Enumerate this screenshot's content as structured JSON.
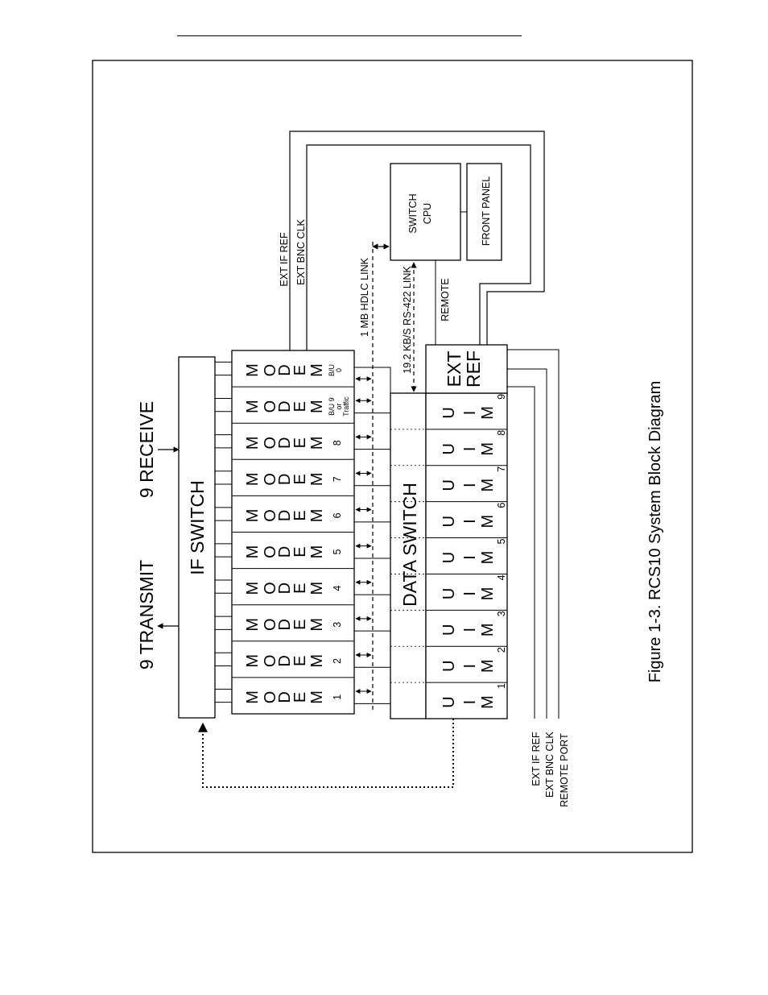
{
  "figure": {
    "caption": "Figure 1-3.  RCS10 System Block Diagram"
  },
  "blocks": {
    "if_switch": "IF SWITCH",
    "data_switch": "DATA SWITCH",
    "switch_cpu_line1": "SWITCH",
    "switch_cpu_line2": "CPU",
    "front_panel": "FRONT PANEL",
    "ext_ref_line1": "EXT",
    "ext_ref_line2": "REF"
  },
  "labels": {
    "transmit": "9 TRANSMIT",
    "receive": "9 RECEIVE",
    "hdlc_link": "1 MB HDLC LINK",
    "rs422_link": "19.2 KB/S RS-422 LINK",
    "remote": "REMOTE",
    "top_ext_if_ref": "EXT IF REF",
    "top_ext_bnc_clk": "EXT BNC CLK",
    "bottom_ext_if_ref": "EXT IF REF",
    "bottom_ext_bnc_clk": "EXT BNC CLK",
    "bottom_remote_port": "REMOTE PORT"
  },
  "modems": [
    {
      "letters": [
        "M",
        "O",
        "D",
        "E",
        "M"
      ],
      "number": "1"
    },
    {
      "letters": [
        "M",
        "O",
        "D",
        "E",
        "M"
      ],
      "number": "2"
    },
    {
      "letters": [
        "M",
        "O",
        "D",
        "E",
        "M"
      ],
      "number": "3"
    },
    {
      "letters": [
        "M",
        "O",
        "D",
        "E",
        "M"
      ],
      "number": "4"
    },
    {
      "letters": [
        "M",
        "O",
        "D",
        "E",
        "M"
      ],
      "number": "5"
    },
    {
      "letters": [
        "M",
        "O",
        "D",
        "E",
        "M"
      ],
      "number": "6"
    },
    {
      "letters": [
        "M",
        "O",
        "D",
        "E",
        "M"
      ],
      "number": "7"
    },
    {
      "letters": [
        "M",
        "O",
        "D",
        "E",
        "M"
      ],
      "number": "8"
    },
    {
      "letters": [
        "M",
        "O",
        "D",
        "E",
        "M"
      ],
      "number": "B/U 9 or Traffic",
      "small": [
        "B/U 9",
        "or",
        "Traffic"
      ]
    },
    {
      "letters": [
        "M",
        "O",
        "D",
        "E",
        "M"
      ],
      "number": "B/U 0",
      "small": [
        "B/U",
        "0"
      ]
    }
  ],
  "uims": [
    {
      "letters": [
        "U",
        "I",
        "M"
      ],
      "number": "1"
    },
    {
      "letters": [
        "U",
        "I",
        "M"
      ],
      "number": "2"
    },
    {
      "letters": [
        "U",
        "I",
        "M"
      ],
      "number": "3"
    },
    {
      "letters": [
        "U",
        "I",
        "M"
      ],
      "number": "4"
    },
    {
      "letters": [
        "U",
        "I",
        "M"
      ],
      "number": "5"
    },
    {
      "letters": [
        "U",
        "I",
        "M"
      ],
      "number": "6"
    },
    {
      "letters": [
        "U",
        "I",
        "M"
      ],
      "number": "7"
    },
    {
      "letters": [
        "U",
        "I",
        "M"
      ],
      "number": "8"
    },
    {
      "letters": [
        "U",
        "I",
        "M"
      ],
      "number": "9"
    }
  ]
}
